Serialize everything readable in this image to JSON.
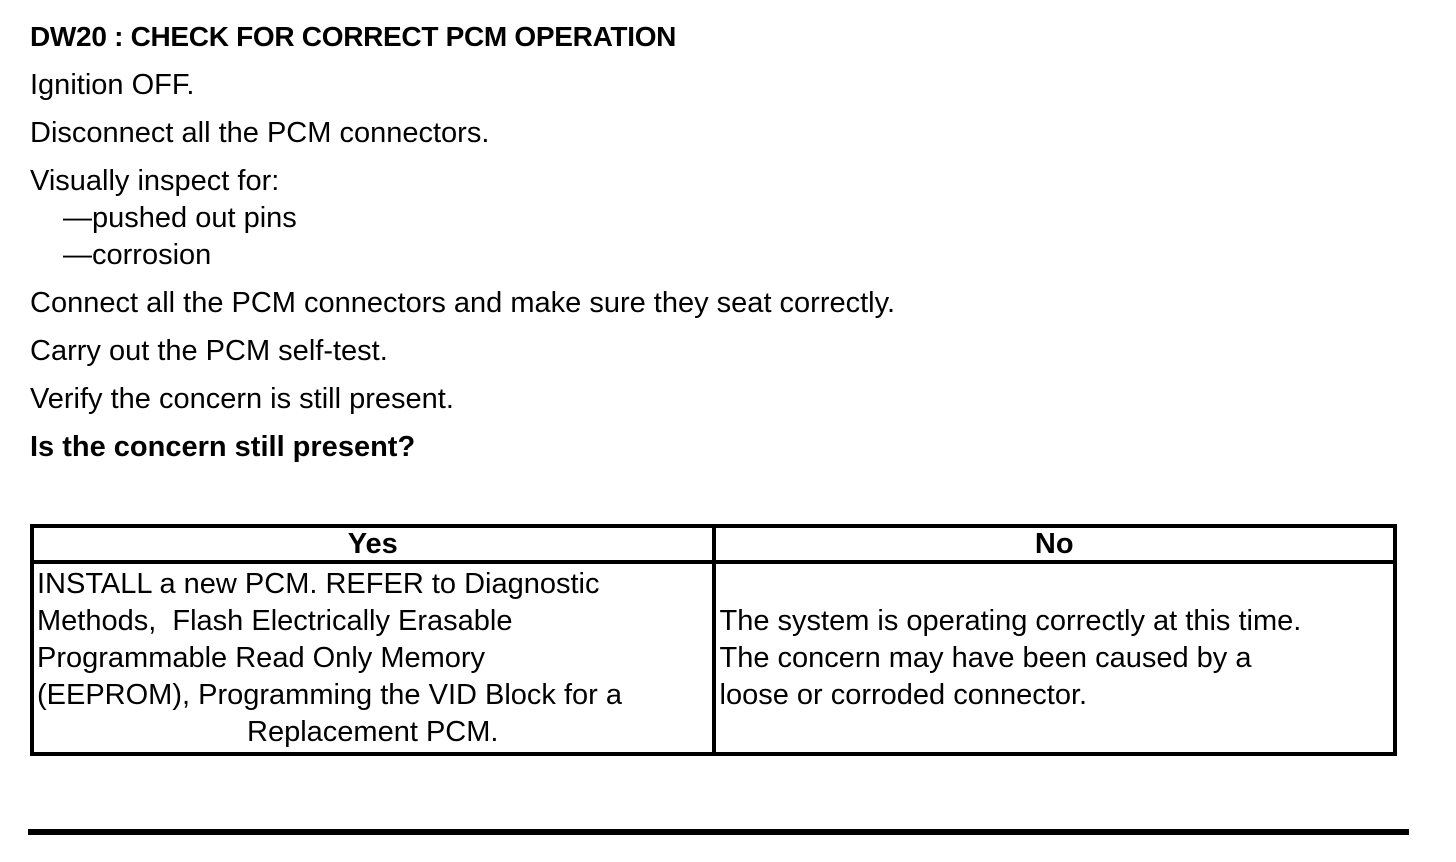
{
  "page": {
    "title": "DW20 : CHECK FOR CORRECT PCM OPERATION",
    "steps": {
      "ignition": "Ignition OFF.",
      "disconnect": "Disconnect all the PCM connectors.",
      "inspect_label": "Visually inspect for:",
      "inspect_items": [
        "—pushed out pins",
        "—corrosion"
      ],
      "connect": "Connect all the PCM connectors and make sure they seat correctly.",
      "self_test": "Carry out the PCM self-test.",
      "verify": "Verify the concern is still present.",
      "question": "Is the concern still present?"
    },
    "decision_table": {
      "yes_header": "Yes",
      "no_header": "No",
      "yes_lines": [
        "INSTALL a new PCM. REFER to Diagnostic",
        "Methods,  Flash Electrically Erasable",
        "Programmable Read Only Memory",
        "(EEPROM), Programming the VID Block for a",
        "Replacement PCM."
      ],
      "no_lines": [
        "The system is operating correctly at this time.",
        "The concern may have been caused by a",
        "loose or corroded connector."
      ]
    },
    "colors": {
      "text": "#000000",
      "background": "#ffffff",
      "border": "#000000"
    }
  }
}
